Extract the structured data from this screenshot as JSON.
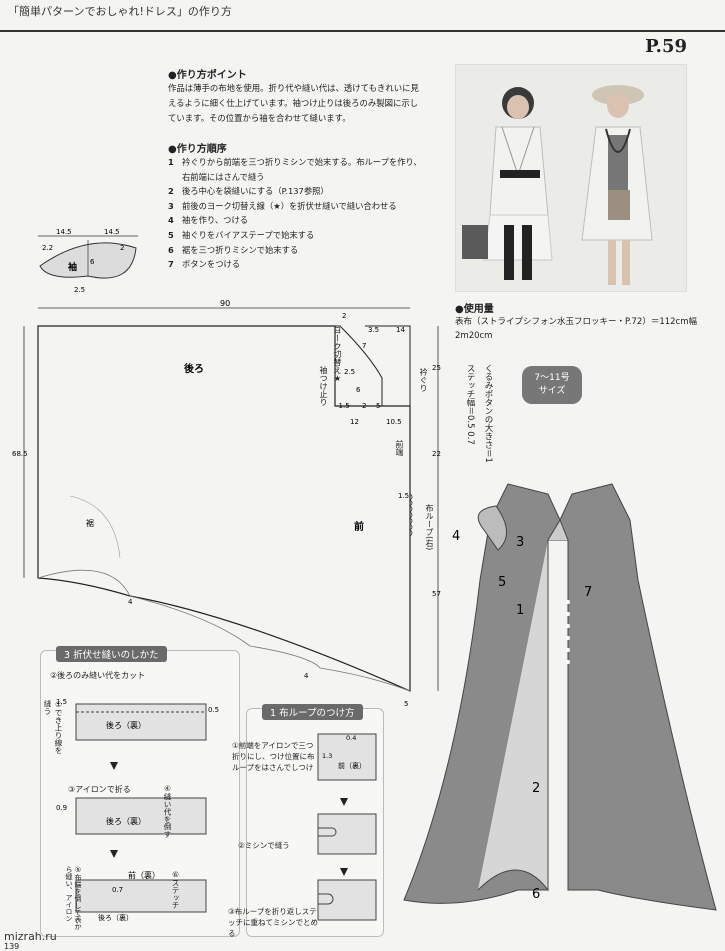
{
  "header": {
    "title": "「簡単パターンでおしゃれ!ドレス」の作り方",
    "page_number": "P.59"
  },
  "points": {
    "heading": "作り方ポイント",
    "lines": [
      "作品は薄手の布地を使用。折り代や縫い代は、透けてもきれいに見",
      "えるように細く仕上げています。袖つけ止りは後ろのみ製図に示し",
      "ています。その位置から袖を合わせて縫います。"
    ]
  },
  "order": {
    "heading": "作り方順序",
    "steps": [
      {
        "n": "1",
        "text": "衿ぐりから前端を三つ折りミシンで始末する。布ループを作り、"
      },
      {
        "n": "",
        "text": "右前端にはさんで縫う"
      },
      {
        "n": "2",
        "text": "後ろ中心を袋縫いにする（P.137参照）"
      },
      {
        "n": "3",
        "text": "前後のヨーク切替え線（★）を折伏せ縫いで縫い合わせる"
      },
      {
        "n": "4",
        "text": "袖を作り、つける"
      },
      {
        "n": "5",
        "text": "袖ぐりをバイアステープで始末する"
      },
      {
        "n": "6",
        "text": "裾を三つ折りミシンで始末する"
      },
      {
        "n": "7",
        "text": "ボタンをつける"
      }
    ]
  },
  "materials": {
    "heading": "使用量",
    "fabric": "表布（ストライプシフォン水玉フロッキー・P.72）＝112cm幅",
    "amount": "2m20cm",
    "button_note": "くるみボタンの大きさ＝1",
    "stitch_note": "ステッチ幅＝0.5 0.7",
    "size_label": "7〜11号",
    "size_sub": "サイズ"
  },
  "sleeve": {
    "label": "袖",
    "dims": [
      "14.5",
      "14.5",
      "2.2",
      "2",
      "6",
      "2.5"
    ]
  },
  "pattern": {
    "width": "90",
    "back_height": "68.5",
    "back_label": "後ろ",
    "front_label": "前",
    "hem_label": "裾",
    "yoke_label": "ヨーク切替え★",
    "sleeve_stop": "袖つけ止り",
    "neckline": "衿ぐり",
    "front_edge": "前端",
    "loop_label": "布ループ(右)",
    "dims": [
      "2",
      "3.5",
      "14",
      "7",
      "25",
      "2.5",
      "6",
      "-1.5",
      "2",
      "5",
      "12",
      "10.5",
      "22",
      "57",
      "1.5",
      "4",
      "4",
      "5"
    ]
  },
  "fell_seam": {
    "title": "3 折伏せ縫いのしかた",
    "step1": "②後ろのみ縫い代をカット",
    "step2": "③アイロンで折る",
    "step3": "④縫い代を倒す",
    "step4": "⑤布端を倒して表から縫い、アイロン",
    "seam_label": "①でき上り線を縫う",
    "back_wrong": "後ろ（裏）",
    "front_wrong": "前（裏）",
    "stitch": "⑥ステッチ",
    "nums": [
      "1.5",
      "0.5",
      "0.9",
      "0.7"
    ]
  },
  "loop": {
    "title": "1 布ループのつけ方",
    "step1": "①前端をアイロンで三つ折りにし、つけ位置に布ループをはさんでしつけ",
    "step2": "②ミシンで縫う",
    "step3": "③布ループを折り返しステッチに重ねてミシンでとめる",
    "front_wrong": "前（裏）",
    "nums": [
      "0.4",
      "1.3"
    ]
  },
  "illustration": {
    "callouts": [
      "4",
      "3",
      "5",
      "7",
      "1",
      "2",
      "6"
    ]
  },
  "footer": {
    "site": "mizrah.ru",
    "page": "139"
  }
}
